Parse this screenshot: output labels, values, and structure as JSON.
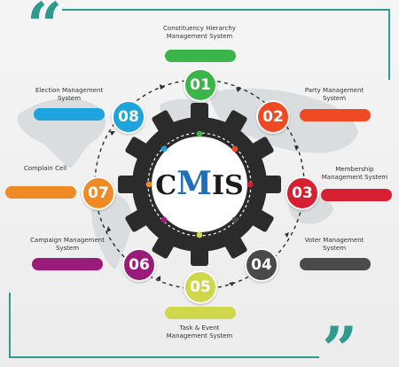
{
  "logo": {
    "c": "C",
    "m": "M",
    "is": "IS"
  },
  "modules": [
    {
      "number": "01",
      "label": "Constituency Hierarchy\nManagement System",
      "color": "#3ab54a"
    },
    {
      "number": "02",
      "label": "Party Management\nSystem",
      "color": "#ef4a24"
    },
    {
      "number": "03",
      "label": "Membership\nManagement System",
      "color": "#d71f31"
    },
    {
      "number": "04",
      "label": "Voter Management\nSystem",
      "color": "#4a4a4a"
    },
    {
      "number": "05",
      "label": "Task & Event\nManagement System",
      "color": "#cfd84a"
    },
    {
      "number": "06",
      "label": "Campaign Management\nSystem",
      "color": "#9b1b7a"
    },
    {
      "number": "07",
      "label": "Complain Cell",
      "color": "#f08a24"
    },
    {
      "number": "08",
      "label": "Election Management\nSystem",
      "color": "#1ea4dd"
    }
  ],
  "quote_open": "“",
  "quote_close": "”"
}
